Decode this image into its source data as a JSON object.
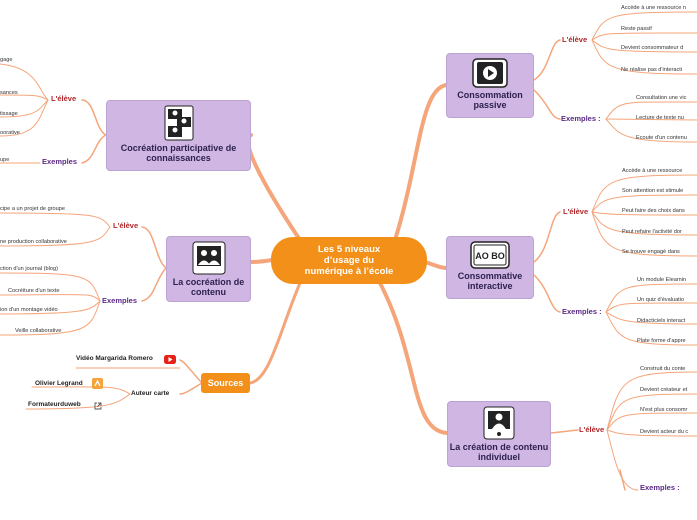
{
  "central": {
    "title": "Les 5 niveaux d’usage du numérique à l’école"
  },
  "branches": {
    "cocreation_connaissances": {
      "title": "Cocréation participative de connaissances",
      "eleve": "L'élève",
      "eleve_items": [
        "gage",
        "sances",
        "tissage",
        "oorative"
      ],
      "exemples": "Exemples",
      "exemples_items": [
        "upe"
      ]
    },
    "cocreation_contenu": {
      "title": "La cocréation de contenu",
      "eleve": "L'élève",
      "eleve_items": [
        "cipe a un projet de groupe",
        "ne production collaborative"
      ],
      "exemples": "Exemples",
      "exemples_items": [
        "ction d'un journal (blog)",
        "Cocréiture d'un texte",
        "ion d'un montage vidéo",
        "Veille collaborative"
      ]
    },
    "consommation_passive": {
      "title": "Consommation passive",
      "eleve": "L'élève",
      "eleve_items": [
        "Accède à une ressource n",
        "Reste passif",
        "Devient consommateur d",
        "Ne réalise pas d'interacti"
      ],
      "exemples": "Exemples :",
      "exemples_items": [
        "Consultation une vic",
        "Lecture de texte nu",
        "Ecoute d'un contenu"
      ]
    },
    "consommation_interactive": {
      "title": "Consommative interactive",
      "eleve": "L'élève",
      "eleve_items": [
        "Accède à une ressource",
        "Son attention est stimule",
        "Peut faire des choix dans",
        "Peut refaire l'activité dor",
        "Se trouve  engagé dans"
      ],
      "exemples": "Exemples :",
      "exemples_items": [
        "Un module Elearnin",
        "Un quiz d'évaluatio",
        "Didacticiels interact",
        "Plate forme d'appre"
      ]
    },
    "creation_contenu": {
      "title": "La création de contenu individuel",
      "eleve": "L'élève",
      "eleve_items": [
        "Construit du conte",
        "Devient créateur et",
        "N'est plus consomr",
        "Devient acteur du c"
      ],
      "exemples": "Exemples :"
    }
  },
  "sources": {
    "title": "Sources",
    "auteur": "Auteur carte",
    "items": [
      {
        "name": "Vidéo Margarida Romero",
        "icon": "youtube-icon"
      },
      {
        "name": "Olivier Legrand",
        "icon": "blogger-icon"
      },
      {
        "name": "Formateurduweb",
        "icon": "external-link-icon"
      }
    ]
  },
  "colors": {
    "branch": "#f5a57a",
    "main_node": "#cfb6e3",
    "central": "#f39019",
    "label_red": "#b0272a",
    "label_purple": "#5b2a86"
  }
}
